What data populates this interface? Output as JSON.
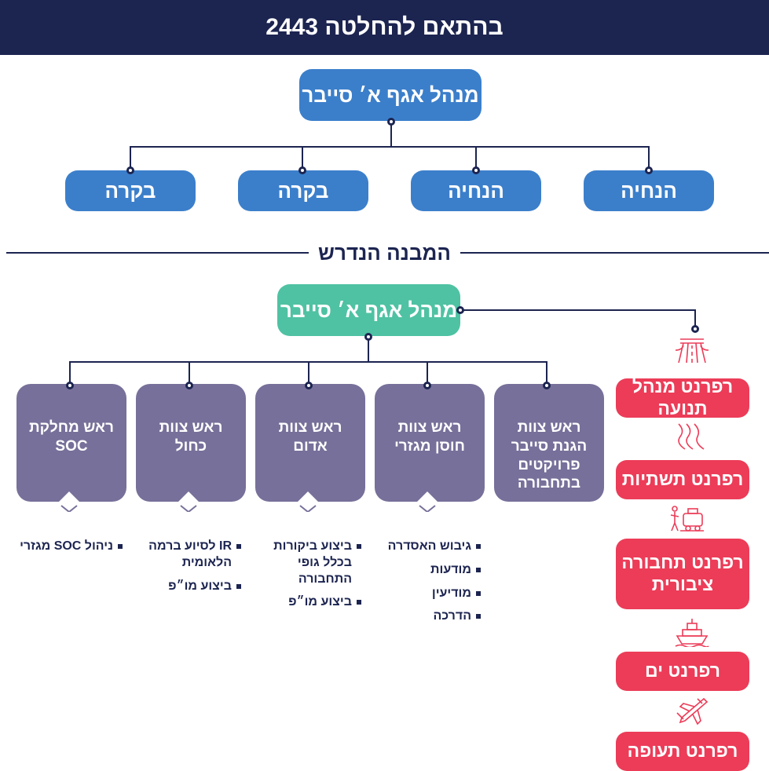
{
  "header": {
    "title": "בהתאם להחלטה 2443"
  },
  "current": {
    "top": "מנהל אגף א׳ סייבר",
    "children": [
      "הנחיה",
      "הנחיה",
      "בקרה",
      "בקרה"
    ]
  },
  "required": {
    "section_title": "המבנה הנדרש",
    "top": "מנהל אגף א׳ סייבר",
    "teams": [
      {
        "title": "ראש צוות הגנת סייבר פרויקטים בתחבורה",
        "bullets": []
      },
      {
        "title": "ראש צוות חוסן מגזרי",
        "bullets": [
          "גיבוש האסדרה",
          "מודעות",
          "מודיעין",
          "הדרכה"
        ]
      },
      {
        "title": "ראש צוות אדום",
        "bullets": [
          "ביצוע ביקורות בכלל גופי התחבורה",
          "ביצוע מו״פ"
        ]
      },
      {
        "title": "ראש צוות כחול",
        "bullets": [
          "IR לסיוע ברמה הלאומית",
          "ביצוע מו״פ"
        ]
      },
      {
        "title": "ראש מחלקת SOC",
        "bullets": [
          "ניהול SOC מגזרי"
        ]
      }
    ],
    "referents": [
      {
        "label": "רפרנט מנהל תנועה",
        "icon": "road-icon"
      },
      {
        "label": "רפרנט תשתיות",
        "icon": "rail-tracks-icon"
      },
      {
        "label": "רפרנט תחבורה ציבורית",
        "icon": "bus-stop-icon"
      },
      {
        "label": "רפרנט ים",
        "icon": "ship-icon"
      },
      {
        "label": "רפרנט תעופה",
        "icon": "airplane-icon"
      }
    ]
  },
  "colors": {
    "navy": "#1c2450",
    "blue": "#3b7fcb",
    "teal": "#4fc2a3",
    "purple": "#77709a",
    "red": "#ec3c58"
  }
}
